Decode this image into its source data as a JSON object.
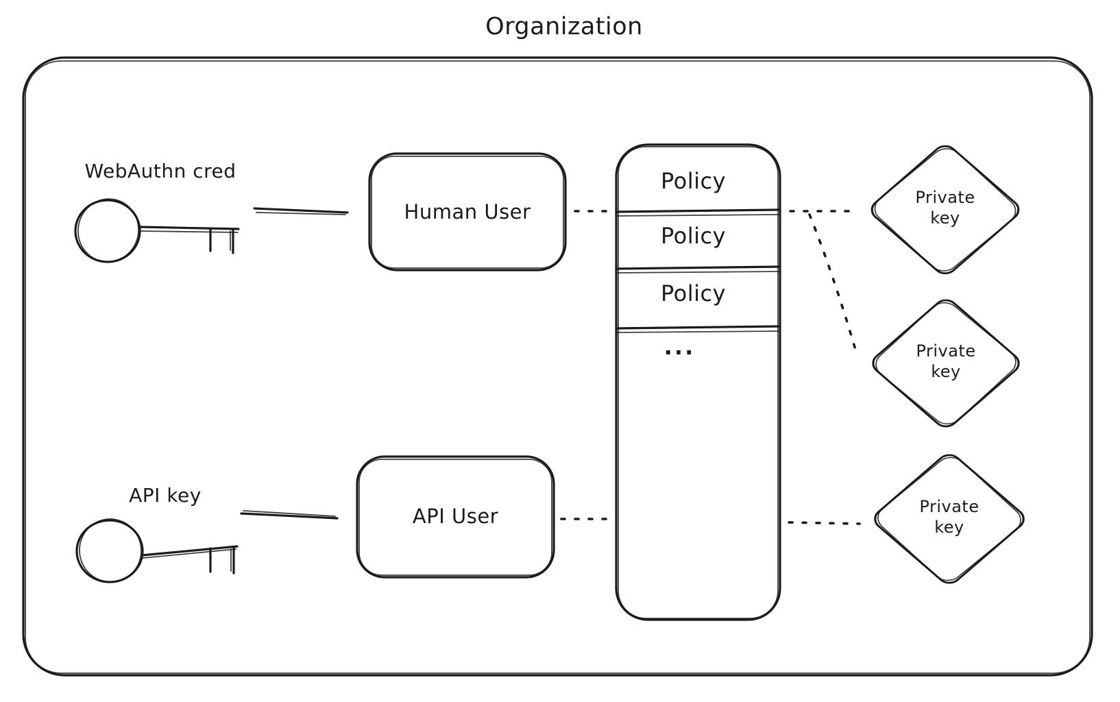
{
  "title": "Organization",
  "colors": {
    "stroke": "#1b1b1b",
    "background": "#ffffff"
  },
  "credentials": [
    {
      "label": "WebAuthn cred",
      "icon": "key-icon"
    },
    {
      "label": "API key",
      "icon": "key-icon"
    }
  ],
  "users": [
    {
      "label": "Human User"
    },
    {
      "label": "API User"
    }
  ],
  "policy_stack": {
    "sections": [
      {
        "label": "Policy"
      },
      {
        "label": "Policy"
      },
      {
        "label": "Policy"
      }
    ],
    "more_indicator": "..."
  },
  "private_keys": [
    {
      "label": "Private key"
    },
    {
      "label": "Private key"
    },
    {
      "label": "Private key"
    }
  ]
}
